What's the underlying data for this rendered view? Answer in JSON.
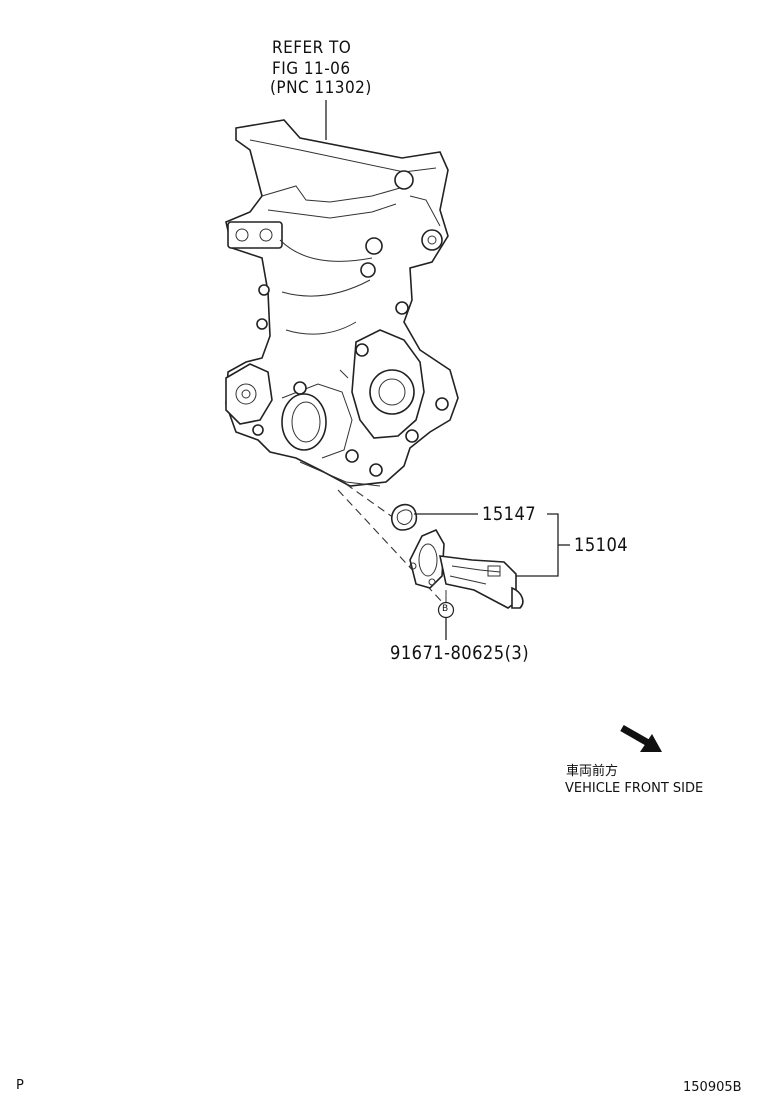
{
  "reference": {
    "line1": "REFER TO",
    "line2": "FIG 11-06",
    "line3": "(PNC 11302)"
  },
  "parts": {
    "gasket": "15147",
    "assembly": "15104",
    "bolt": "91671-80625(3)",
    "bolt_marker": "B"
  },
  "direction": {
    "japanese": "車両前方",
    "english": "VEHICLE FRONT SIDE"
  },
  "footer": {
    "left_code": "P",
    "right_code": "150905B"
  }
}
